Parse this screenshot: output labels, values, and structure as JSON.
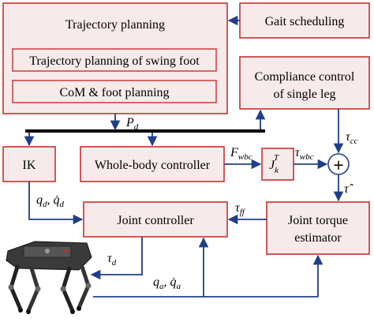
{
  "blocks": {
    "trajectory_planning": "Trajectory planning",
    "swing_foot": "Trajectory planning of swing foot",
    "com_foot": "CoM & foot planning",
    "gait_scheduling": "Gait scheduling",
    "compliance_line1": "Compliance control",
    "compliance_line2": "of single leg",
    "ik": "IK",
    "wbc": "Whole-body controller",
    "joint_controller": "Joint controller",
    "joint_torque_line1": "Joint torque",
    "joint_torque_line2": "estimator",
    "sum": "+"
  },
  "signals": {
    "pd_base": "P",
    "pd_sub": "d",
    "fwbc_base": "F",
    "fwbc_sub": "wbc",
    "jk_base": "J",
    "jk_sub": "k",
    "jk_sup": "T",
    "tauwbc_base": "τ",
    "tauwbc_sub": "wbc",
    "taucc_base": "τ",
    "taucc_sub": "cc",
    "tauhat": "τ̂",
    "qd_text": "q",
    "qd_sub": "d",
    "qd_sep": ", ",
    "qdotd_text": "q̇",
    "qdotd_sub": "d",
    "tauff_base": "τ",
    "tauff_sub": "ff",
    "taud_base": "τ",
    "taud_sub": "d",
    "qa_text": "q",
    "qa_sub": "a",
    "qa_sep": ", ",
    "qdota_text": "q̇",
    "qdota_sub": "a"
  },
  "colors": {
    "block_border": "#c8302f",
    "block_fill": "#f7eaea",
    "wire": "#1f3f8a",
    "bus": "#000000"
  },
  "icons": {
    "robot": "quadruped-robot-image"
  }
}
